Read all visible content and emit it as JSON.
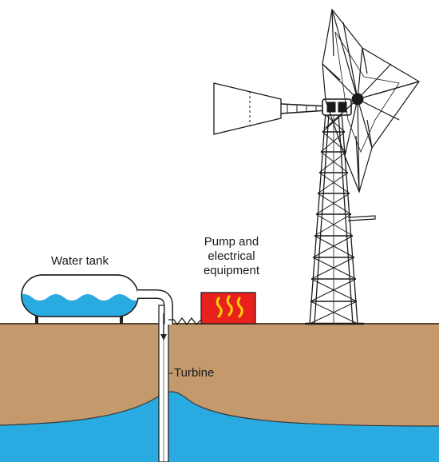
{
  "labels": {
    "water_tank": "Water tank",
    "pump_line1": "Pump and",
    "pump_line2": "electrical",
    "pump_line3": "equipment",
    "turbine": "Turbine"
  },
  "colors": {
    "soil": "#C49A6C",
    "soil_edge": "#5a4630",
    "water": "#29ABE2",
    "water_light": "#8fd3f0",
    "pump_box": "#E8211D",
    "pump_symbol": "#FFD200",
    "structure": "#1a1a1a",
    "background": "#FFFFFF"
  },
  "icons": {
    "pump_symbol": "heat-wave-icon"
  }
}
